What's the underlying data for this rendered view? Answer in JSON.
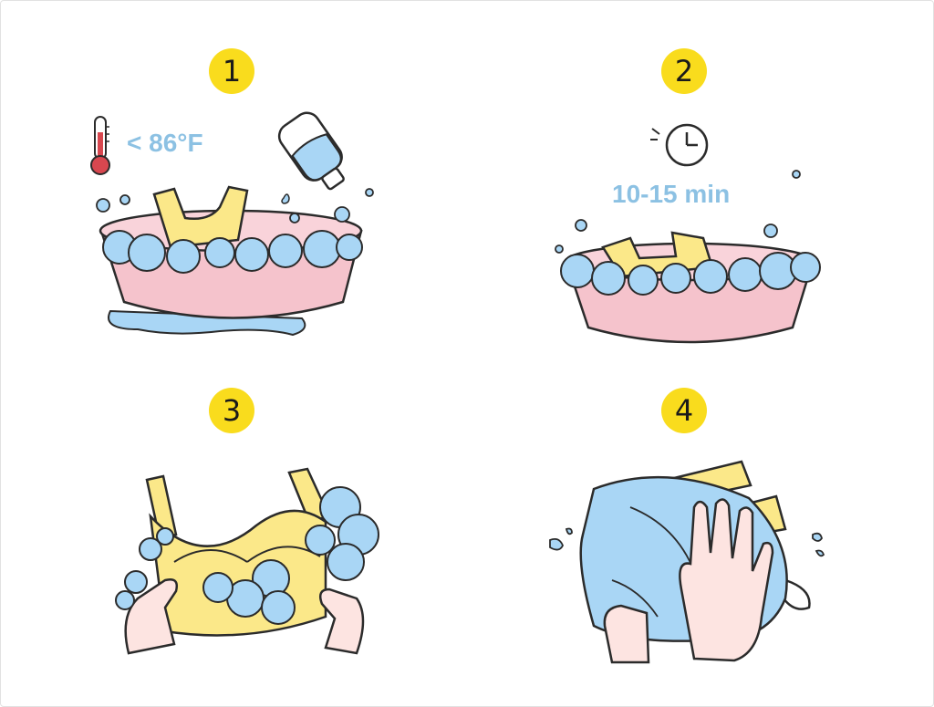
{
  "steps": [
    {
      "number": "1",
      "icon": "thermometer-icon",
      "label": "< 86°F",
      "extra_icon": "detergent-bottle-icon"
    },
    {
      "number": "2",
      "icon": "clock-icon",
      "label": "10-15 min"
    },
    {
      "number": "3",
      "icon": "scrubbing-hands-icon"
    },
    {
      "number": "4",
      "icon": "towel-drying-hands-icon"
    }
  ],
  "colors": {
    "badge": "#f9dc1d",
    "label": "#8cc1e3",
    "basin": "#f5c3cc",
    "water": "#a9d6f5",
    "garment": "#fbe889",
    "skin": "#fde4e1",
    "outline": "#2b2b2b"
  }
}
